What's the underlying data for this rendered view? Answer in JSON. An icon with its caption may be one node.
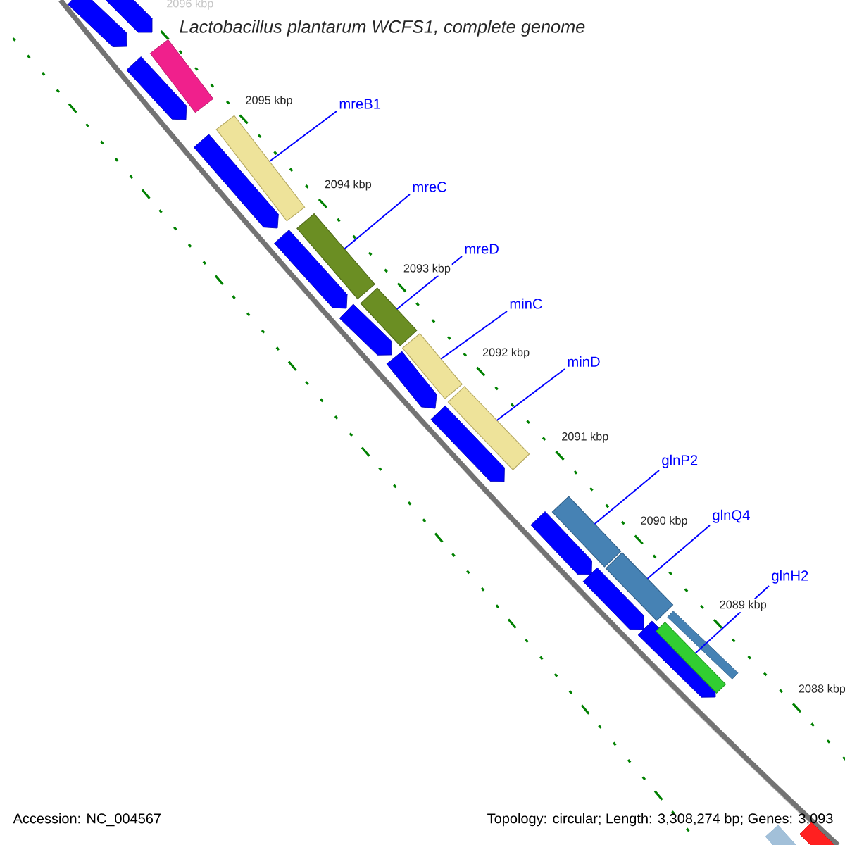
{
  "diagram": {
    "title": "Lactobacillus plantarum WCFS1, complete genome",
    "nodes": [
      {
        "text": [
          "mreB1"
        ]
      },
      {
        "text": [
          "mreC"
        ]
      },
      {
        "text": [
          "mreD"
        ]
      },
      {
        "text": [
          "minC"
        ]
      },
      {
        "text": [
          "minD"
        ]
      },
      {
        "text": [
          "glnP2"
        ]
      },
      {
        "text": [
          "glnQ4"
        ]
      },
      {
        "text": [
          "glnH2"
        ]
      },
      {
        "text": [],
        "shape": "bar"
      },
      {
        "text": [],
        "shape": "bar"
      },
      {
        "text": [],
        "shape": "bar"
      },
      {
        "text": [],
        "shape": "bar"
      },
      {
        "text": [],
        "shape": "bar"
      },
      {
        "text": [],
        "shape": "bar"
      },
      {
        "text": [],
        "shape": "bar"
      },
      {
        "text": [],
        "shape": "bar"
      }
    ],
    "edges": [
      {
        "from": 0,
        "to": 8,
        "arrow": "none"
      },
      {
        "from": 1,
        "to": 9,
        "arrow": "none"
      },
      {
        "from": 2,
        "to": 10,
        "arrow": "none"
      },
      {
        "from": 3,
        "to": 11,
        "arrow": "none"
      },
      {
        "from": 4,
        "to": 12,
        "arrow": "none"
      },
      {
        "from": 5,
        "to": 13,
        "arrow": "none"
      },
      {
        "from": 6,
        "to": 14,
        "arrow": "none"
      },
      {
        "from": 7,
        "to": 15,
        "arrow": "none"
      }
    ],
    "labels": [
      "2096 kbp",
      "2095 kbp",
      "2094 kbp",
      "2093 kbp",
      "2092 kbp",
      "2091 kbp",
      "2090 kbp",
      "2089 kbp",
      "2088 kbp",
      "Accession: NC_004567",
      "Topology: circular; Length: 3,308,274 bp; Genes: 3,093"
    ]
  }
}
